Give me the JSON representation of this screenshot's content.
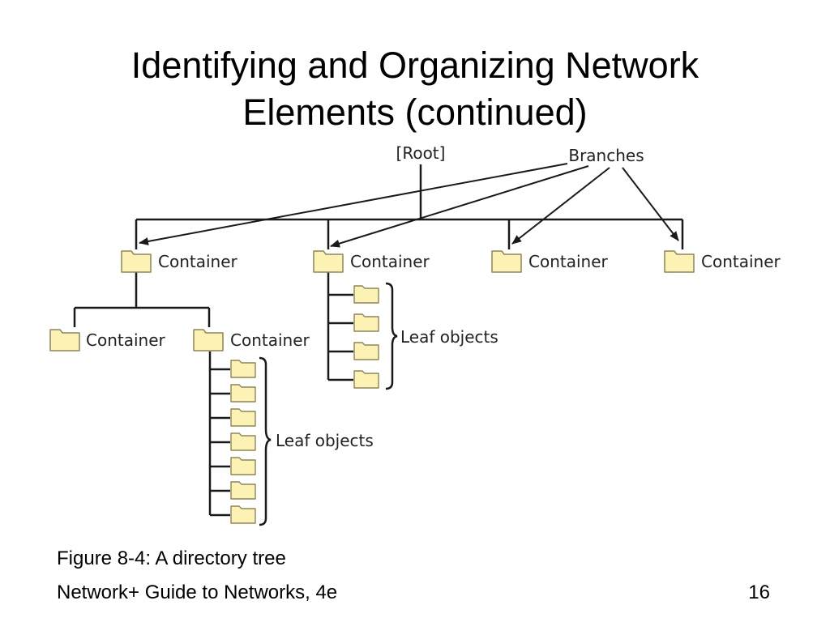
{
  "slide": {
    "title_line1": "Identifying and Organizing Network",
    "title_line2": "Elements (continued)",
    "caption": "Figure 8-4: A directory tree",
    "footer": "Network+ Guide to Networks, 4e",
    "page_number": "16"
  },
  "diagram": {
    "root_label": "[Root]",
    "branches_label": "Branches",
    "container_label": "Container",
    "leaf_objects_label": "Leaf objects",
    "colors": {
      "folder_fill": "#fbf2b4",
      "folder_stroke": "#8d8658",
      "line": "#1a1a1a"
    }
  }
}
